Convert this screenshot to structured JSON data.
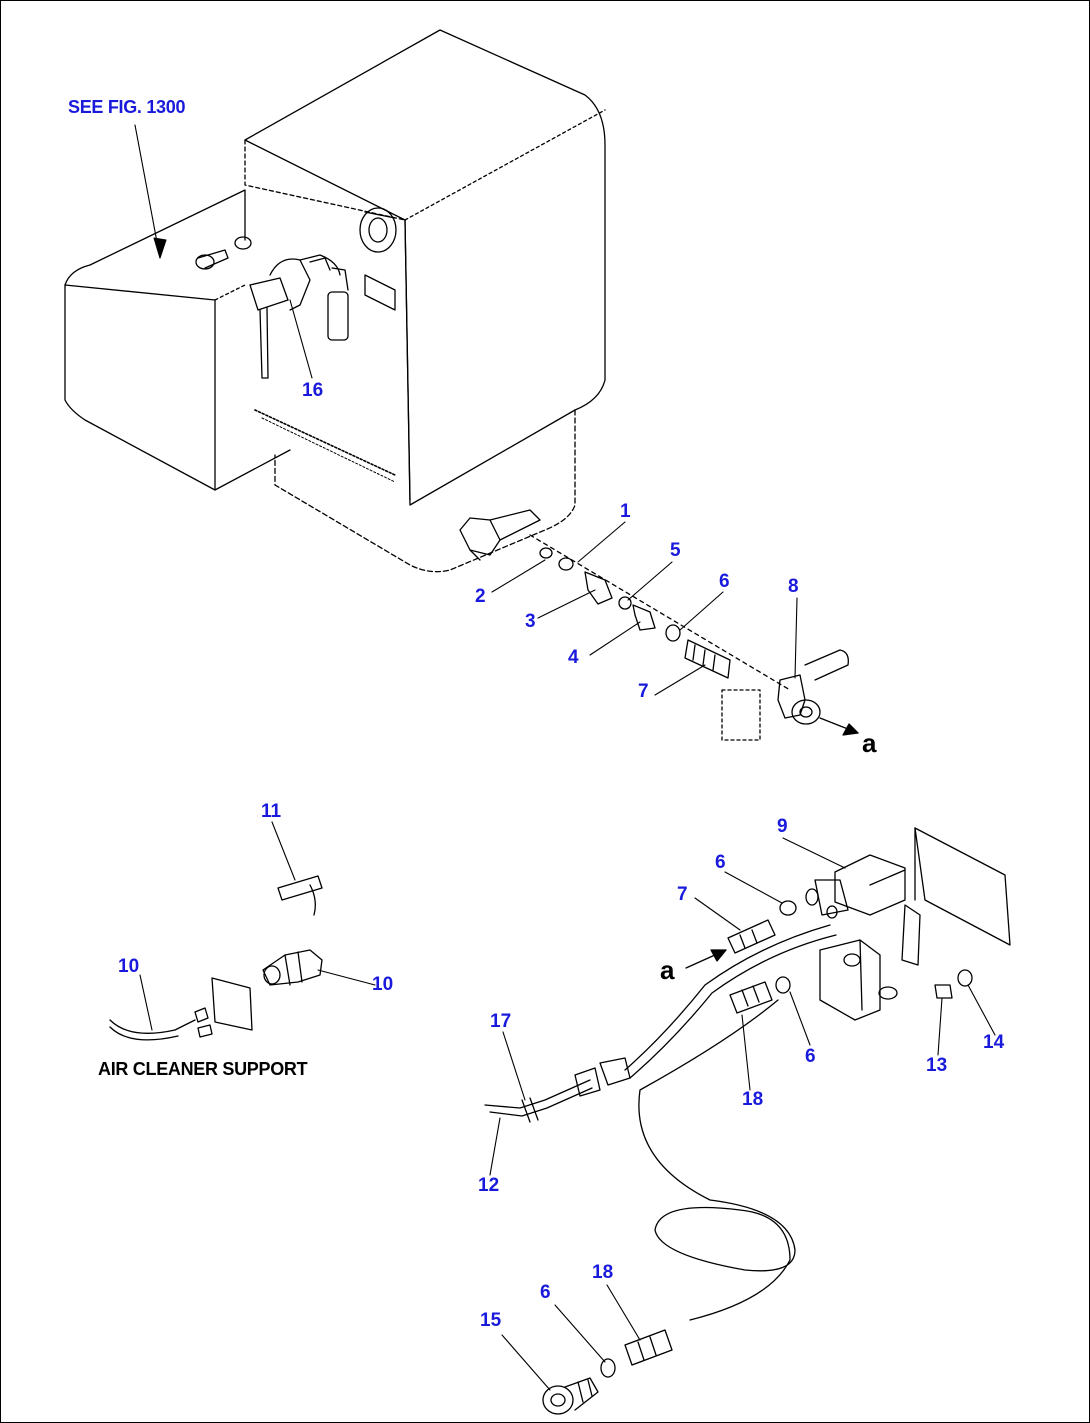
{
  "reference": {
    "text": "SEE FIG. 1300"
  },
  "captions": {
    "air_cleaner_support": "AIR CLEANER SUPPORT"
  },
  "connection_marks": {
    "a_upper": "a",
    "a_lower": "a"
  },
  "callouts": {
    "p1": "1",
    "p2": "2",
    "p3": "3",
    "p4": "4",
    "p5": "5",
    "p6_upper": "6",
    "p6_mid_upper": "6",
    "p6_mid_lower": "6",
    "p6_bottom": "6",
    "p7_upper": "7",
    "p7_lower": "7",
    "p8": "8",
    "p9": "9",
    "p10_left": "10",
    "p10_right": "10",
    "p11": "11",
    "p12": "12",
    "p13": "13",
    "p14": "14",
    "p15": "15",
    "p16": "16",
    "p17": "17",
    "p18_mid": "18",
    "p18_bottom": "18"
  },
  "colors": {
    "callout": "#1a1adc",
    "line": "#000000",
    "background": "#ffffff"
  }
}
